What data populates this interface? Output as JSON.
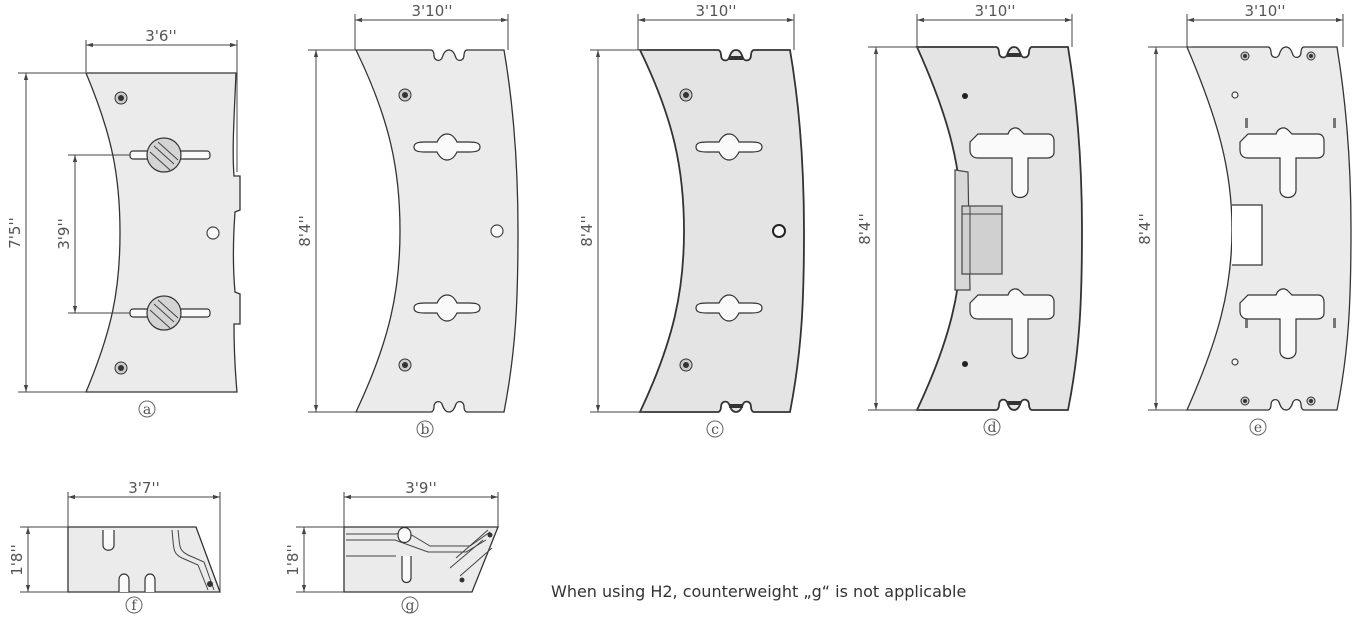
{
  "parts": {
    "a": {
      "label": "a",
      "width": "3'6''",
      "height": "7'5''",
      "inner": "3'9''"
    },
    "b": {
      "label": "b",
      "width": "3'10''",
      "height": "8'4''"
    },
    "c": {
      "label": "c",
      "width": "3'10''",
      "height": "8'4''"
    },
    "d": {
      "label": "d",
      "width": "3'10''",
      "height": "8'4''"
    },
    "e": {
      "label": "e",
      "width": "3'10''",
      "height": "8'4''"
    },
    "f": {
      "label": "f",
      "width": "3'7''",
      "height": "1'8''"
    },
    "g": {
      "label": "g",
      "width": "3'9''",
      "height": "1'8''"
    }
  },
  "note": "When using H2, counterweight „g“ is not applicable"
}
